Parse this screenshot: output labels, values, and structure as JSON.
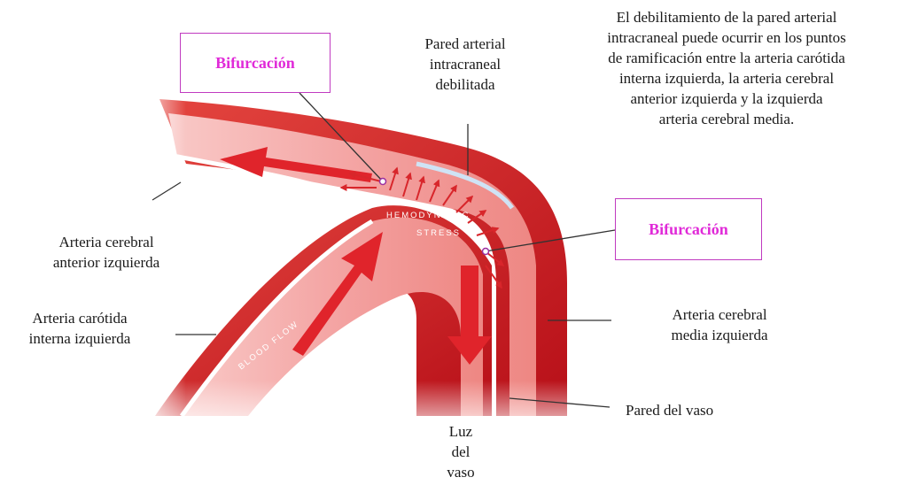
{
  "title_note": {
    "lines": [
      "El debilitamiento de la pared arterial",
      "intracraneal puede ocurrir en los puntos",
      "de ramificación entre la arteria carótida",
      "interna izquierda, la arteria cerebral",
      "anterior izquierda y la izquierda",
      "arteria cerebral media."
    ]
  },
  "labels": {
    "pared_arterial": [
      "Pared arterial",
      "intracraneal",
      "debilitada"
    ],
    "acai": [
      "Arteria cerebral",
      "anterior izquierda"
    ],
    "aci": [
      "Arteria carótida",
      "interna izquierda"
    ],
    "acmi": [
      "Arteria cerebral",
      "media izquierda"
    ],
    "pared_vaso": "Pared del vaso",
    "luz": [
      "Luz",
      "del",
      "vaso"
    ]
  },
  "callouts": {
    "left": "Bifurcación",
    "right": "Bifurcación"
  },
  "image_text": {
    "hemodynamic": "HEMODYNAMIC",
    "stress": "STRESS",
    "blood_flow": "BLOOD FLOW"
  },
  "colors": {
    "callout_text": "#e02ad8",
    "callout_border": "#c03ac0",
    "artery_dark": "#c8141c",
    "artery_light": "#f7a6a6"
  }
}
